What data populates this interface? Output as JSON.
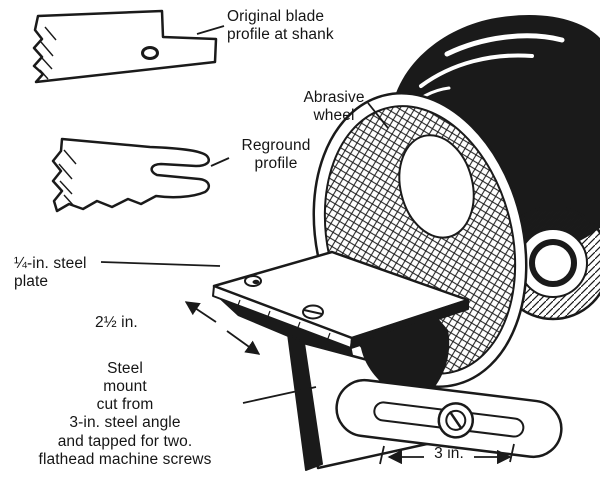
{
  "figure": {
    "labels": {
      "original_blade": "Original blade\nprofile at shank",
      "abrasive_wheel": "Abrasive\nwheel",
      "reground_profile": "Reground\nprofile",
      "steel_plate": "¼-in. steel\nplate",
      "plate_depth_dim": "2½ in.",
      "steel_mount": "Steel\nmount\ncut from\n3-in. steel angle\nand tapped for two.\nflathead machine screws",
      "arm_slot_dim": "3 in."
    },
    "colors": {
      "ink": "#1a1a1a",
      "paper": "#ffffff"
    }
  }
}
